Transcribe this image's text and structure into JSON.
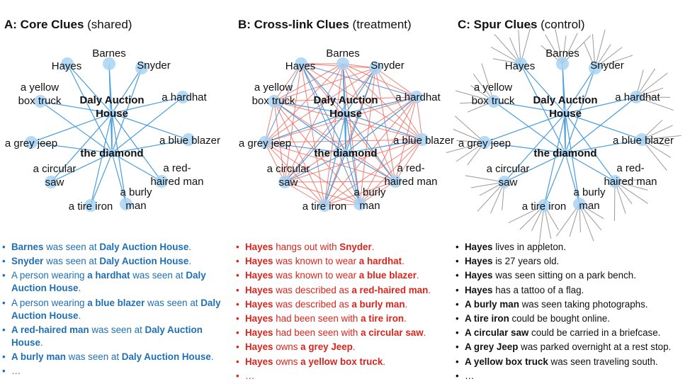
{
  "panels": [
    {
      "title_bold": "A: Core Clues",
      "title_rest": " (shared)",
      "clues": [
        [
          {
            "t": "Barnes",
            "b": true
          },
          {
            "t": " was seen at "
          },
          {
            "t": "Daly Auction House",
            "b": true
          },
          {
            "t": "."
          }
        ],
        [
          {
            "t": "Snyder",
            "b": true
          },
          {
            "t": " was seen at "
          },
          {
            "t": "Daly Auction House",
            "b": true
          },
          {
            "t": "."
          }
        ],
        [
          {
            "t": "A person wearing "
          },
          {
            "t": "a hardhat",
            "b": true
          },
          {
            "t": " was seen at "
          },
          {
            "t": "Daly Auction House",
            "b": true
          },
          {
            "t": "."
          }
        ],
        [
          {
            "t": "A person wearing "
          },
          {
            "t": "a blue blazer",
            "b": true
          },
          {
            "t": " was seen at "
          },
          {
            "t": "Daly Auction House",
            "b": true
          },
          {
            "t": "."
          }
        ],
        [
          {
            "t": "A red-haired man",
            "b": true
          },
          {
            "t": " was seen at "
          },
          {
            "t": "Daly Auction House",
            "b": true
          },
          {
            "t": "."
          }
        ],
        [
          {
            "t": "A burly man",
            "b": true
          },
          {
            "t": " was seen at "
          },
          {
            "t": "Daly Auction House",
            "b": true
          },
          {
            "t": "."
          }
        ],
        [
          {
            "t": "…"
          }
        ]
      ]
    },
    {
      "title_bold": "B: Cross-link Clues",
      "title_rest": " (treatment)",
      "clues": [
        [
          {
            "t": "Hayes",
            "b": true
          },
          {
            "t": " hangs out with "
          },
          {
            "t": "Snyder",
            "b": true
          },
          {
            "t": "."
          }
        ],
        [
          {
            "t": "Hayes",
            "b": true
          },
          {
            "t": " was known to wear "
          },
          {
            "t": "a hardhat",
            "b": true
          },
          {
            "t": "."
          }
        ],
        [
          {
            "t": "Hayes",
            "b": true
          },
          {
            "t": " was known to wear "
          },
          {
            "t": "a blue blazer",
            "b": true
          },
          {
            "t": "."
          }
        ],
        [
          {
            "t": "Hayes",
            "b": true
          },
          {
            "t": " was described as "
          },
          {
            "t": "a red-haired man",
            "b": true
          },
          {
            "t": "."
          }
        ],
        [
          {
            "t": "Hayes",
            "b": true
          },
          {
            "t": " was described as "
          },
          {
            "t": "a burly man",
            "b": true
          },
          {
            "t": "."
          }
        ],
        [
          {
            "t": "Hayes",
            "b": true
          },
          {
            "t": " had been seen with "
          },
          {
            "t": "a tire iron",
            "b": true
          },
          {
            "t": "."
          }
        ],
        [
          {
            "t": "Hayes",
            "b": true
          },
          {
            "t": " had been seen with "
          },
          {
            "t": "a circular saw",
            "b": true
          },
          {
            "t": "."
          }
        ],
        [
          {
            "t": "Hayes",
            "b": true
          },
          {
            "t": " owns "
          },
          {
            "t": "a grey Jeep",
            "b": true
          },
          {
            "t": "."
          }
        ],
        [
          {
            "t": "Hayes",
            "b": true
          },
          {
            "t": " owns "
          },
          {
            "t": "a yellow box truck",
            "b": true
          },
          {
            "t": "."
          }
        ],
        [
          {
            "t": "…"
          }
        ]
      ]
    },
    {
      "title_bold": "C: Spur Clues",
      "title_rest": " (control)",
      "clues": [
        [
          {
            "t": "Hayes",
            "b": true
          },
          {
            "t": " lives in appleton."
          }
        ],
        [
          {
            "t": "Hayes",
            "b": true
          },
          {
            "t": " is 27 years old."
          }
        ],
        [
          {
            "t": "Hayes",
            "b": true
          },
          {
            "t": " was seen sitting on a park bench."
          }
        ],
        [
          {
            "t": "Hayes",
            "b": true
          },
          {
            "t": " has a tattoo of a flag."
          }
        ],
        [
          {
            "t": "A burly man",
            "b": true
          },
          {
            "t": " was seen taking photographs."
          }
        ],
        [
          {
            "t": "A tire iron",
            "b": true
          },
          {
            "t": " could be bought online."
          }
        ],
        [
          {
            "t": "A circular saw",
            "b": true
          },
          {
            "t": " could be carried in a briefcase."
          }
        ],
        [
          {
            "t": "A grey Jeep",
            "b": true
          },
          {
            "t": " was parked overnight at a rest stop."
          }
        ],
        [
          {
            "t": "A yellow box truck",
            "b": true
          },
          {
            "t": " was seen traveling south."
          }
        ],
        [
          {
            "t": "…"
          }
        ]
      ]
    }
  ],
  "graph": {
    "nodes": [
      {
        "id": "barnes",
        "label": [
          "Barnes"
        ],
        "bold": false
      },
      {
        "id": "snyder",
        "label": [
          "Snyder"
        ],
        "bold": false
      },
      {
        "id": "hardhat",
        "label": [
          "a hardhat"
        ],
        "bold": false
      },
      {
        "id": "blazer",
        "label": [
          "a blue blazer"
        ],
        "bold": false
      },
      {
        "id": "redhair",
        "label": [
          "a red-",
          "haired man"
        ],
        "bold": false
      },
      {
        "id": "burly",
        "label": [
          "a burly",
          "man"
        ],
        "bold": false
      },
      {
        "id": "tireiron",
        "label": [
          "a tire iron"
        ],
        "bold": false
      },
      {
        "id": "saw",
        "label": [
          "a circular",
          "saw"
        ],
        "bold": false
      },
      {
        "id": "jeep",
        "label": [
          "a grey jeep"
        ],
        "bold": false
      },
      {
        "id": "truck",
        "label": [
          "a yellow",
          "box truck"
        ],
        "bold": false
      },
      {
        "id": "hayes",
        "label": [
          "Hayes"
        ],
        "bold": false
      },
      {
        "id": "daly",
        "label": [
          "Daly Auction",
          "House"
        ],
        "bold": true
      },
      {
        "id": "diamond",
        "label": [
          "the diamond"
        ],
        "bold": true
      }
    ]
  },
  "colors": {
    "core_edge": "#4a9de0",
    "node_fill": "#a8d4f5",
    "cross_edge": "#ee6a60",
    "cross_edge_blue": "#4a7fd0",
    "spur_edge": "#9a9a9a",
    "core_text": "#1f6fb5",
    "cross_text": "#d9251c"
  }
}
